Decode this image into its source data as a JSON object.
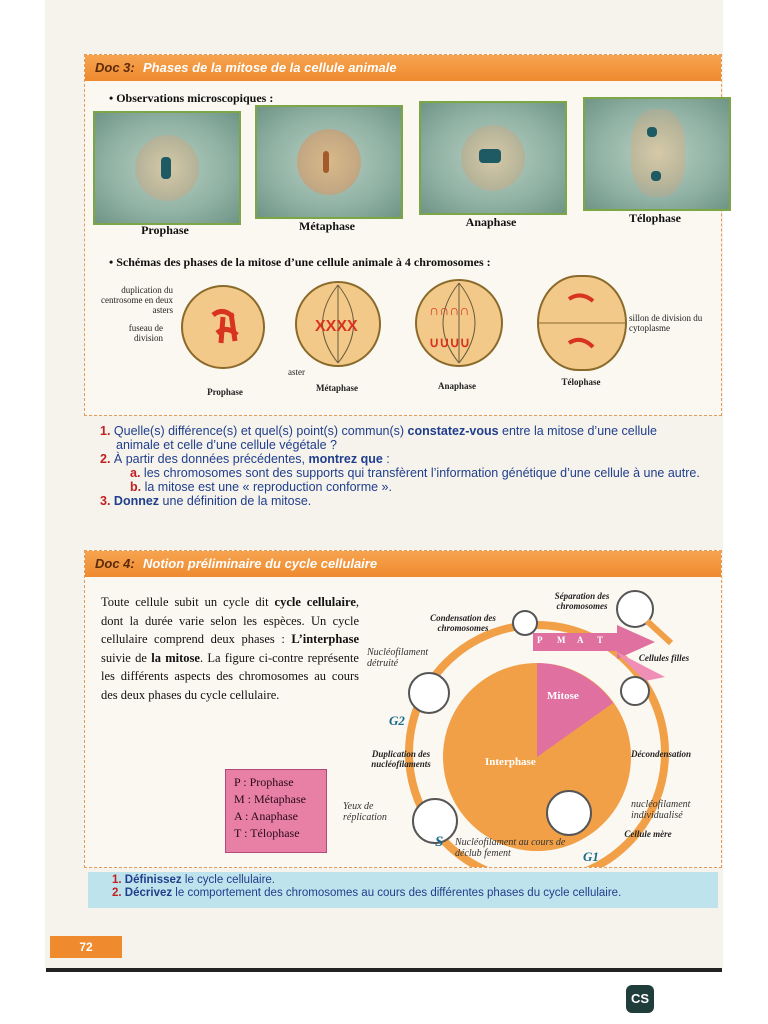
{
  "doc3": {
    "label": "Doc 3:",
    "title": "Phases de la mitose de la cellule animale",
    "obs_heading": "Observations microscopiques :",
    "micro_captions": [
      "Prophase",
      "Métaphase",
      "Anaphase",
      "Télophase"
    ],
    "schema_heading": "Schémas des phases de la mitose d’une cellule animale à 4 chromosomes :",
    "schema_captions": [
      "Prophase",
      "Métaphase",
      "Anaphase",
      "Télophase"
    ],
    "annotations": {
      "duplication": "duplication du centrosome en deux asters",
      "fuseau": "fuseau de division",
      "aster": "aster",
      "sillon": "sillon de division du cytoplasme"
    }
  },
  "questions3": {
    "q1_num": "1.",
    "q1_a": "Quelle(s) différence(s) et quel(s) point(s) commun(s) ",
    "q1_b": "constatez-vous",
    "q1_c": " entre la mitose d’une cellule animale et celle d’une cellule végétale ?",
    "q2_num": "2.",
    "q2_a": "À partir des données précédentes, ",
    "q2_b": "montrez que",
    "q2_c": " :",
    "q2a_num": "a.",
    "q2a": "les chromosomes sont des supports qui transfèrent l’information génétique d’une cellule à une autre.",
    "q2b_num": "b.",
    "q2b": "la mitose est une « reproduction conforme ».",
    "q3_num": "3.",
    "q3_b": "Donnez",
    "q3_c": " une définition de la mitose."
  },
  "doc4": {
    "label": "Doc 4:",
    "title": "Notion préliminaire du cycle cellulaire",
    "para_1": "Toute cellule subit un cycle dit ",
    "para_2": "cycle cellulaire",
    "para_3": ", dont la durée varie selon les espèces. Un cycle cellulaire comprend deux phases : ",
    "para_4": "L’interphase",
    "para_5": " suivie de ",
    "para_6": "la mitose",
    "para_7": ". La figure ci-contre représente les différents aspects des chromosomes au cours des deux phases du cycle cellulaire.",
    "legend": [
      "P : Prophase",
      "M : Métaphase",
      "A : Anaphase",
      "T : Télophase"
    ],
    "cycle": {
      "mitose": "Mitose",
      "interphase": "Interphase",
      "condensation": "Condensation des chromosomes",
      "separation": "Séparation des chromosomes",
      "cellules_filles": "Cellules filles",
      "decondensation": "Décondensation",
      "duplication": "Duplication des nucléofilaments",
      "cellule_mere": "Cellule mère",
      "pmat": [
        "P",
        "M",
        "A",
        "T"
      ]
    },
    "handwritten": {
      "nucleo_detruit": "Nucléofilament détruité",
      "g2": "G2",
      "yeux": "Yeux de réplication",
      "s": "S",
      "nucleo_individual": "nucléofilament individualisé",
      "nucleo_cours": "Nucléofilament au cours de déclub fement",
      "g1": "G1"
    }
  },
  "questions4": {
    "q1_num": "1.",
    "q1_b": "Définissez",
    "q1_c": " le cycle cellulaire.",
    "q2_num": "2.",
    "q2_b": "Décrivez",
    "q2_c": " le comportement des chromosomes au cours des différentes phases du cycle cellulaire."
  },
  "page_number": "72",
  "scanner_badge": "CS"
}
